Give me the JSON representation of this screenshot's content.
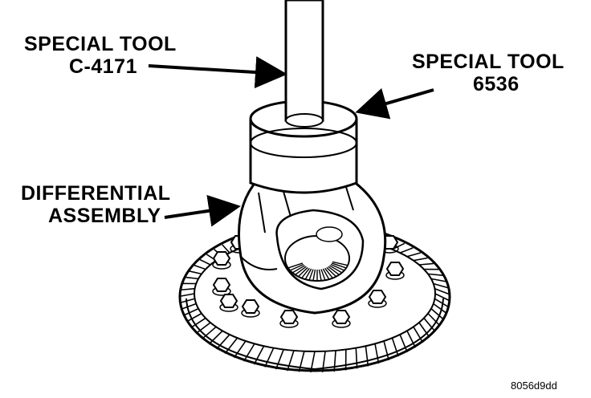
{
  "labels": {
    "tool_c4171": {
      "line1": "SPECIAL TOOL",
      "line2": "C-4171"
    },
    "tool_6536": {
      "line1": "SPECIAL TOOL",
      "line2": "6536"
    },
    "differential": {
      "line1": "DIFFERENTIAL",
      "line2": "ASSEMBLY"
    }
  },
  "figure_code": "8056d9dd",
  "colors": {
    "ink": "#000000",
    "paper": "#ffffff"
  }
}
